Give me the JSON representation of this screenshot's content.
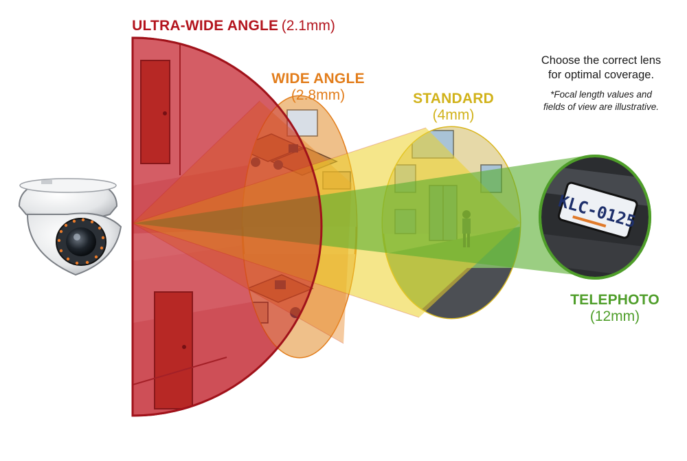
{
  "lenses": {
    "ultra_wide": {
      "name": "ULTRA-WIDE ANGLE",
      "focal": "(2.1mm)",
      "color": "#c0141c"
    },
    "wide": {
      "name": "WIDE ANGLE",
      "focal": "(2.8mm)",
      "color": "#e9812a"
    },
    "standard": {
      "name": "STANDARD",
      "focal": "(4mm)",
      "color": "#e9cf2e"
    },
    "telephoto": {
      "name": "TELEPHOTO",
      "focal": "(12mm)",
      "color": "#58ad2e"
    }
  },
  "note": {
    "line1": "Choose the correct lens",
    "line2": "for optimal coverage.",
    "foot1": "*Focal length values and",
    "foot2": "fields of view are illustrative."
  },
  "plate": {
    "text": "KLC-0125"
  },
  "icons": {
    "camera": "dome-camera-icon"
  }
}
